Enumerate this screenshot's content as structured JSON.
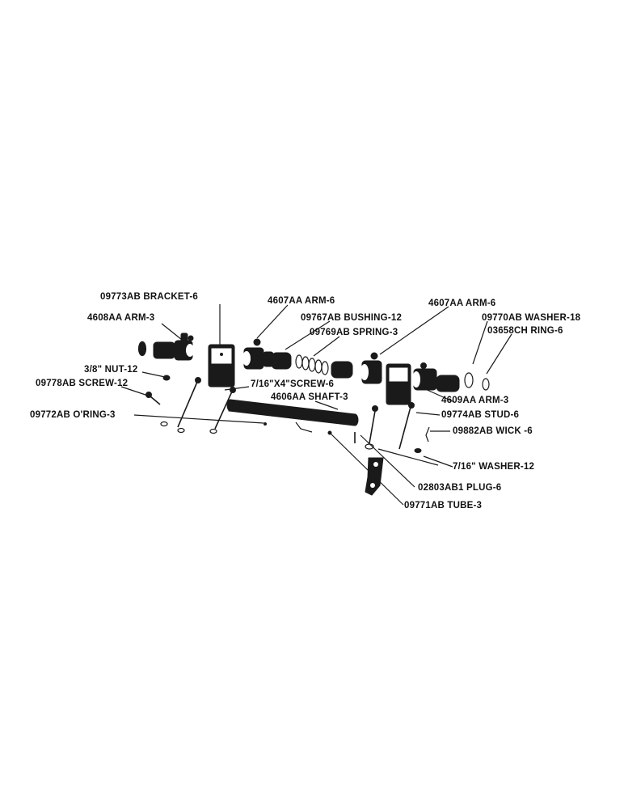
{
  "labels": {
    "bracket": "09773AB BRACKET-6",
    "arm3_left": "4608AA ARM-3",
    "arm6_a": "4607AA ARM-6",
    "bushing": "09767AB BUSHING-12",
    "spring": "09769AB SPRING-3",
    "arm6_b": "4607AA  ARM-6",
    "washer18": "09770AB WASHER-18",
    "ring6": "03658CH RING-6",
    "nut": "3/8\" NUT-12",
    "screw12": "09778AB SCREW-12",
    "screw6": "7/16\"X4\"SCREW-6",
    "shaft": "4606AA SHAFT-3",
    "arm3_right": "4609AA ARM-3",
    "stud": "09774AB STUD-6",
    "oring": "09772AB O'RING-3",
    "wick": "09882AB WICK -6",
    "washer12": "7/16\" WASHER-12",
    "plug": "02803AB1 PLUG-6",
    "tube": "09771AB TUBE-3"
  },
  "colors": {
    "ink": "#1a1a1a",
    "paper": "#ffffff"
  }
}
